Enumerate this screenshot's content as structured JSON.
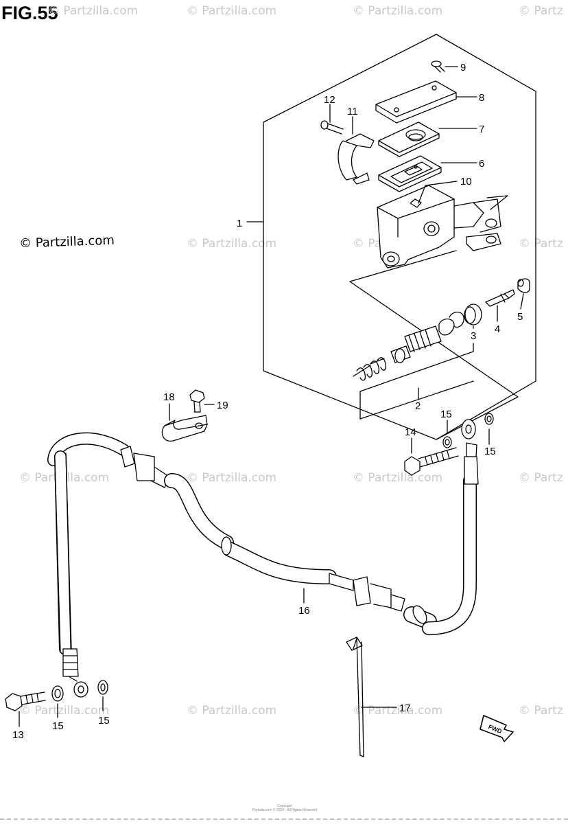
{
  "figure": {
    "title": "FIG.55"
  },
  "watermarks": {
    "main": "© Partzilla.com",
    "repeat": "© Partzilla.com",
    "edge": "© Partz"
  },
  "callouts": {
    "c1": "1",
    "c2": "2",
    "c3": "3",
    "c4": "4",
    "c5": "5",
    "c6": "6",
    "c7": "7",
    "c8": "8",
    "c9": "9",
    "c10": "10",
    "c11": "11",
    "c12": "12",
    "c13": "13",
    "c14": "14",
    "c15a": "15",
    "c15b": "15",
    "c15c": "15",
    "c15d": "15",
    "c16": "16",
    "c17": "17",
    "c18": "18",
    "c19": "19"
  },
  "fwd_label": "FWD",
  "footer": {
    "line1": "Copyright",
    "line2": "Partzilla.com © 2024 · All Rights Reserved"
  },
  "colors": {
    "ink": "#000000",
    "watermark": "#c9c9c9"
  }
}
